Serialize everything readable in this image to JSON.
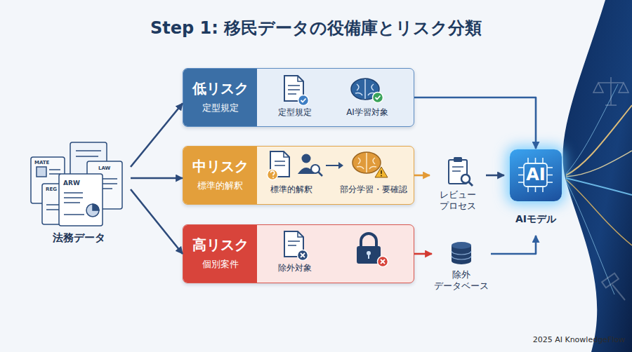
{
  "diagram": {
    "title": "Step 1: 移民データの役備庫とリスク分類",
    "nodes": [
      {
        "text": [
          "法務データ"
        ]
      },
      {
        "text": [
          "低リスク",
          "定型規定"
        ]
      },
      {
        "text": [
          "中リスク",
          "標準的解釈"
        ]
      },
      {
        "text": [
          "高リスク",
          "個別案件"
        ]
      },
      {
        "text": [
          "レビュー プロセス"
        ]
      },
      {
        "text": [
          "除外 データベース"
        ]
      },
      {
        "text": [
          "AI",
          "AIモデル"
        ]
      }
    ],
    "edges": [
      {
        "from": 0,
        "to": 1,
        "arrow": "to"
      },
      {
        "from": 0,
        "to": 2,
        "arrow": "to"
      },
      {
        "from": 0,
        "to": 3,
        "arrow": "to"
      },
      {
        "from": 1,
        "to": 6,
        "arrow": "to"
      },
      {
        "from": 2,
        "to": 4,
        "arrow": "to"
      },
      {
        "from": 4,
        "to": 6,
        "arrow": "to"
      },
      {
        "from": 3,
        "to": 5,
        "arrow": "to"
      },
      {
        "from": 5,
        "to": 6,
        "arrow": "to"
      }
    ],
    "labels": [
      "MATE",
      "REG",
      "ARW",
      "LAW",
      "定型規定",
      "AI学習対象",
      "標準的解釈",
      "部分学習・要確認",
      "除外対象",
      "2025 AI KnowledgeFlow"
    ]
  }
}
